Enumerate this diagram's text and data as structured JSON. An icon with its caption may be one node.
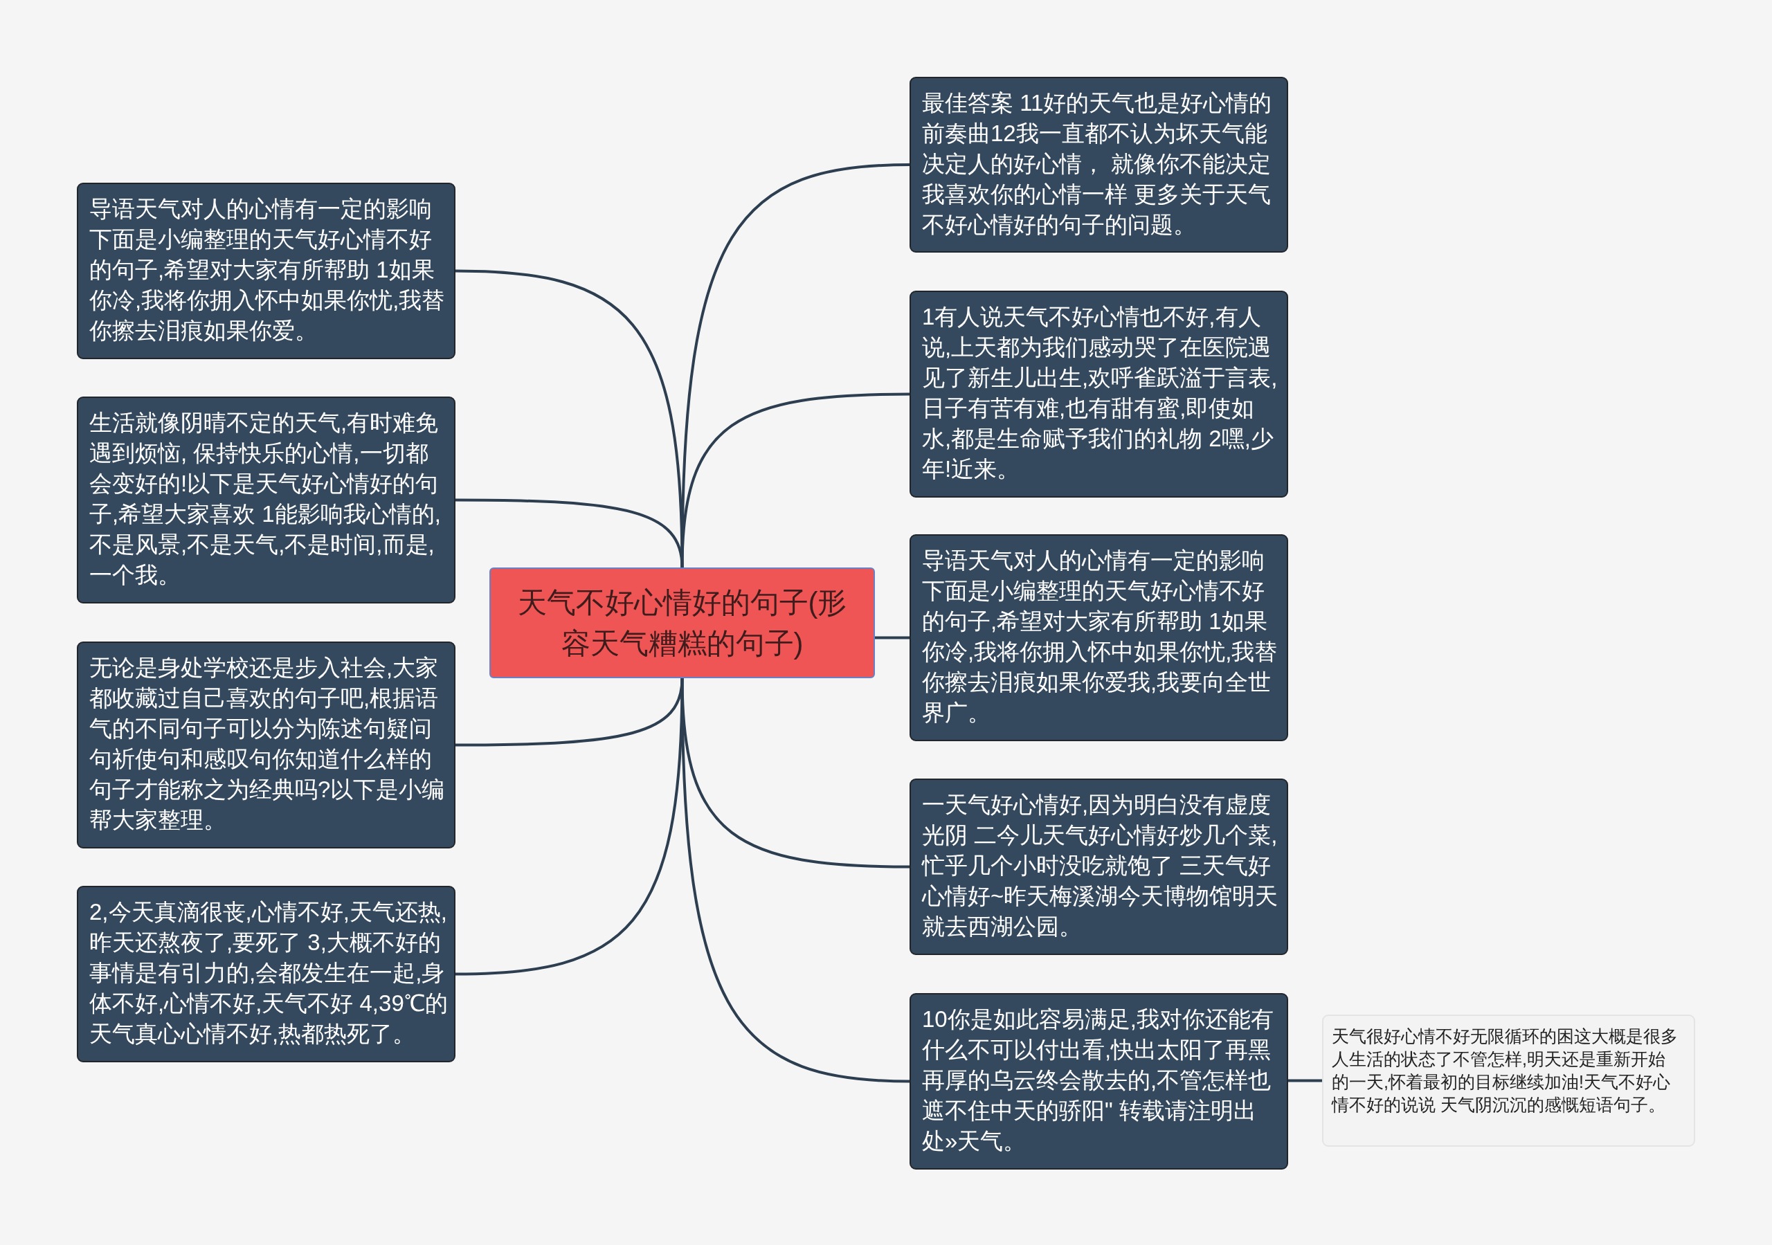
{
  "diagram": {
    "nodes": [
      {
        "text": [
          "天气不好心情好的句子(形容天气糟糕的句子)"
        ]
      },
      {
        "text": [
          "导语天气对人的心情有一定的影响下面是小编整理的天气好心情不好的句子,希望对大家有所帮助 1如果你冷,我将你拥入怀中如果你忧,我替你擦去泪痕如果你爱。"
        ]
      },
      {
        "text": [
          "生活就像阴晴不定的天气,有时难免遇到烦恼, 保持快乐的心情,一切都会变好的!以下是天气好心情好的句子,希望大家喜欢 1能影响我心情的,不是风景,不是天气,不是时间,而是,一个我。"
        ]
      },
      {
        "text": [
          "无论是身处学校还是步入社会,大家都收藏过自己喜欢的句子吧,根据语气的不同句子可以分为陈述句疑问句祈使句和感叹句你知道什么样的句子才能称之为经典吗?以下是小编帮大家整理。"
        ]
      },
      {
        "text": [
          "2,今天真滴很丧,心情不好,天气还热,昨天还熬夜了,要死了 3,大概不好的事情是有引力的,会都发生在一起,身体不好,心情不好,天气不好 4,39℃的天气真心心情不好,热都热死了。"
        ]
      },
      {
        "text": [
          "最佳答案 11好的天气也是好心情的前奏曲12我一直都不认为坏天气能决定人的好心情， 就像你不能决定我喜欢你的心情一样 更多关于天气不好心情好的句子的问题。"
        ]
      },
      {
        "text": [
          "1有人说天气不好心情也不好,有人说,上天都为我们感动哭了在医院遇见了新生儿出生,欢呼雀跃溢于言表,日子有苦有难,也有甜有蜜,即使如水,都是生命赋予我们的礼物 2嘿,少年!近来。"
        ]
      },
      {
        "text": [
          "导语天气对人的心情有一定的影响下面是小编整理的天气好心情不好的句子,希望对大家有所帮助 1如果你冷,我将你拥入怀中如果你忧,我替你擦去泪痕如果你爱我,我要向全世界广。"
        ]
      },
      {
        "text": [
          "一天气好心情好,因为明白没有虚度光阴 二今儿天气好心情好炒几个菜,忙乎几个小时没吃就饱了 三天气好心情好~昨天梅溪湖今天博物馆明天就去西湖公园。"
        ]
      },
      {
        "text": [
          "10你是如此容易满足,我对你还能有什么不可以付出看,快出太阳了再黑再厚的乌云终会散去的,不管怎样也遮不住中天的骄阳\" 转载请注明出处»天气。"
        ]
      },
      {
        "text": [
          "天气很好心情不好无限循环的困这大概是很多人生活的状态了不管怎样,明天还是重新开始的一天,怀着最初的目标继续加油!天气不好心情不好的说说 天气阴沉沉的感慨短语句子。"
        ]
      }
    ],
    "edges": [
      {
        "from": 0,
        "to": 1,
        "arrow": "none"
      },
      {
        "from": 0,
        "to": 2,
        "arrow": "none"
      },
      {
        "from": 0,
        "to": 3,
        "arrow": "none"
      },
      {
        "from": 0,
        "to": 4,
        "arrow": "none"
      },
      {
        "from": 0,
        "to": 5,
        "arrow": "none"
      },
      {
        "from": 0,
        "to": 6,
        "arrow": "none"
      },
      {
        "from": 0,
        "to": 7,
        "arrow": "none"
      },
      {
        "from": 0,
        "to": 8,
        "arrow": "none"
      },
      {
        "from": 0,
        "to": 9,
        "arrow": "none"
      },
      {
        "from": 9,
        "to": 10,
        "arrow": "none"
      }
    ]
  }
}
